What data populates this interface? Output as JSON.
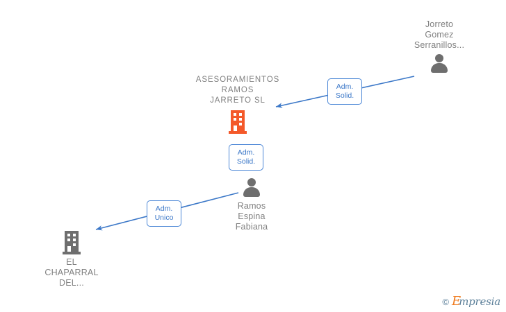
{
  "diagram": {
    "title": "ASESORAMIENTOS RAMOS JARRETO  SL",
    "nodes": [
      {
        "id": "company",
        "type": "company",
        "icon": "building-icon",
        "label": "ASESORAMIENTOS\nRAMOS\nJARRETO  SL",
        "color": "#f4592a",
        "label_position": "above"
      },
      {
        "id": "person-1",
        "type": "person",
        "icon": "person-icon",
        "label": "Jorreto\nGomez\nSerranillos...",
        "color": "#6e6e6e",
        "label_position": "above"
      },
      {
        "id": "person-2",
        "type": "person",
        "icon": "person-icon",
        "label": "Ramos\nEspina\nFabiana",
        "color": "#6e6e6e",
        "label_position": "below"
      },
      {
        "id": "building-2",
        "type": "company",
        "icon": "building-icon",
        "label": "EL\nCHAPARRAL\nDEL...",
        "color": "#6e6e6e",
        "label_position": "below"
      }
    ],
    "edges": [
      {
        "id": "edge-1",
        "from": "person-1",
        "to": "company",
        "label": "Adm.\nSolid.",
        "color": "#3c78c8"
      },
      {
        "id": "edge-2",
        "from": "person-2",
        "to": "company",
        "label": "Adm.\nSolid.",
        "color": "#3c78c8"
      },
      {
        "id": "edge-3",
        "from": "person-2",
        "to": "building-2",
        "label": "Adm.\nUnico",
        "color": "#3c78c8"
      }
    ]
  },
  "watermark": {
    "copyright": "©",
    "brand_initial": "E",
    "brand_rest": "mpresia"
  }
}
